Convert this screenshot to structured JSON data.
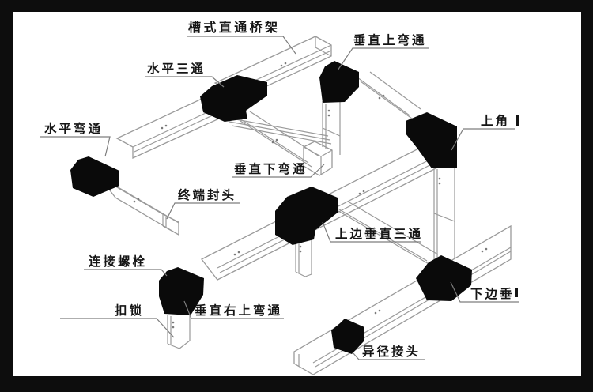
{
  "figure": {
    "colors": {
      "background": "#ffffff",
      "border_black": "#0d0d0d",
      "connector_black": "#0a0a0a",
      "rail_gray": "#9a9a9a",
      "leader_gray": "#7d7d7d",
      "text_black": "#151515"
    },
    "labels": {
      "cable_tray": "槽式直通桥架",
      "horizontal_tee": "水平三通",
      "vertical_up_bend": "垂直上弯通",
      "horizontal_bend": "水平弯通",
      "vertical_down_bend": "垂直下弯通",
      "end_cap": "终端封头",
      "upper_angle": "上角",
      "top_vertical_tee": "上边垂直三通",
      "connecting_bolt": "连接螺栓",
      "lock": "扣锁",
      "vertical_right_up_bend": "垂直右上弯通",
      "bottom_vertical_tee": "下边垂",
      "reducer": "异径接头"
    }
  }
}
